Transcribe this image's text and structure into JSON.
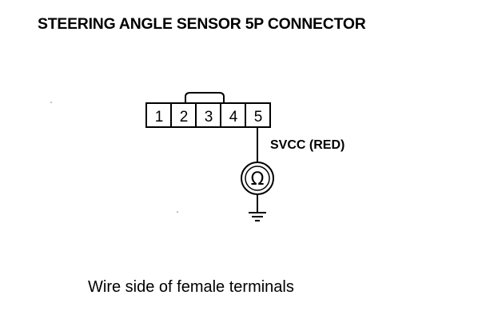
{
  "title": "STEERING ANGLE SENSOR 5P CONNECTOR",
  "connector": {
    "pins": [
      "1",
      "2",
      "3",
      "4",
      "5"
    ],
    "wire_pin": "5",
    "wire_label": "SVCC (RED)"
  },
  "meter": {
    "symbol": "Ω",
    "icon": "ohmmeter-icon"
  },
  "ground": {
    "icon": "ground-icon"
  },
  "caption": "Wire side of female terminals"
}
